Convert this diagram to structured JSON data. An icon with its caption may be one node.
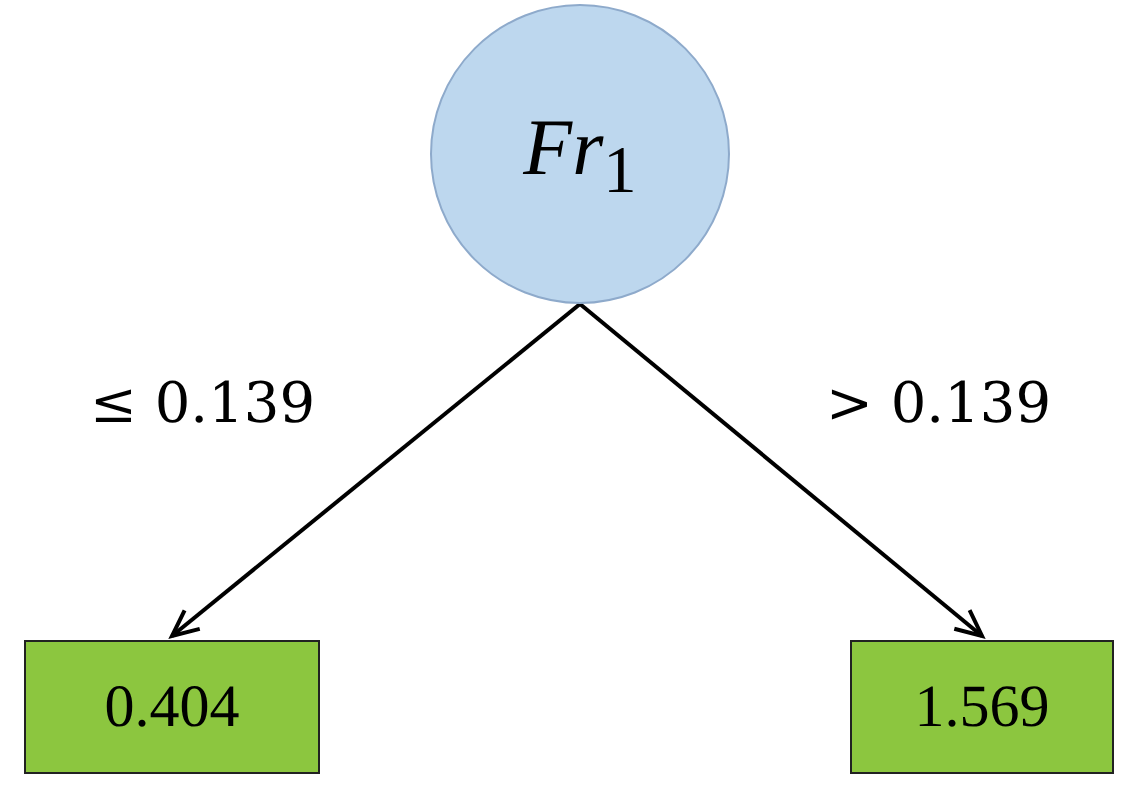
{
  "diagram": {
    "nodes": [
      {
        "text": [
          "*Fr*$_{1}$"
        ]
      },
      {
        "text": [
          "0.404"
        ]
      },
      {
        "text": [
          "1.569"
        ]
      }
    ],
    "edges": [
      {
        "from": 0,
        "to": 1,
        "arrow": "to",
        "label": "≤ 0.139"
      },
      {
        "from": 0,
        "to": 2,
        "arrow": "to",
        "label": "> 0.139"
      }
    ]
  }
}
